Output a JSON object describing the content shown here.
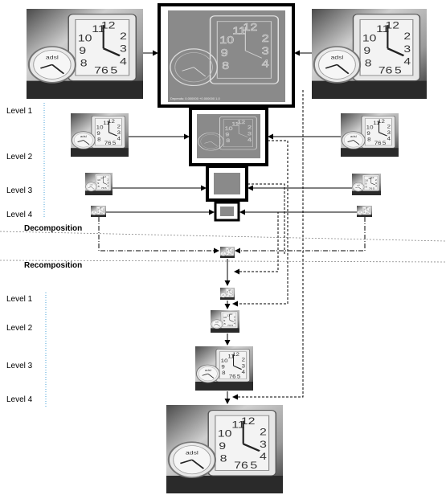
{
  "labels": {
    "decomposition_levels": [
      "Level 1",
      "Level 2",
      "Level 3",
      "Level 4"
    ],
    "recomposition_levels": [
      "Level 1",
      "Level 2",
      "Level 3",
      "Level 4"
    ],
    "decomposition": "Decomposition",
    "recomposition": "Recomposition"
  },
  "image_caption": "Depends: 0.000000 +0.000000 1.0",
  "colors": {
    "frame": "#000000",
    "diff_gray": "#8a8a8a",
    "photo_dark": "#3a3a3a",
    "photo_light": "#d8d8d8",
    "level_dots": "#4aa3d8"
  }
}
